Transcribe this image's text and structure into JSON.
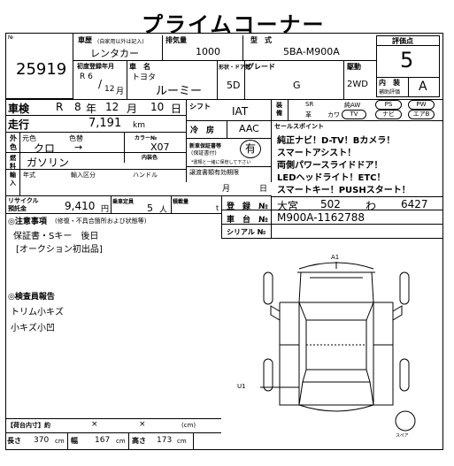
{
  "title": "プライムコーナー",
  "header": {
    "no_label": "№",
    "lot_no": "25919",
    "car_history_label": "車歴",
    "car_history_note": "(自家用以外は記入)",
    "car_history": "レンタカー",
    "displacement_label": "排気量",
    "displacement": "1000",
    "model_label": "型　式",
    "model": "5BA-M900A",
    "score_label": "評価点",
    "score": "5",
    "first_reg_label": "初度登録年月",
    "first_reg_era": "R 6",
    "first_reg_slash": "/",
    "first_reg_month": "12",
    "first_reg_month_unit": "月",
    "name_label": "車　名",
    "maker": "トヨタ",
    "name": "ルーミー",
    "doors_label": "形状・ドア数",
    "doors": "5D",
    "grade_label": "グレード",
    "grade": "G",
    "drive_label": "駆動",
    "drive": "2WD",
    "interior_label": "内　装",
    "interior_sub": "補助評価",
    "interior_grade": "A"
  },
  "inspection": {
    "label": "車検",
    "era": "R",
    "year": "8",
    "year_unit": "年",
    "month": "12",
    "month_unit": "月",
    "day": "10",
    "day_unit": "日"
  },
  "shift": {
    "label": "シフト",
    "value": "IAT"
  },
  "equipment": {
    "label_1": "装",
    "label_2": "備",
    "sr": "SR",
    "awd": "純AW",
    "ps": "PS",
    "pw": "PW",
    "leather": "革",
    "cassette": "カワ",
    "tv": "TV",
    "navi": "ナビ",
    "airbag": "エアB"
  },
  "mileage": {
    "label": "走行",
    "value": "7,191",
    "unit": "km"
  },
  "aircon": {
    "label": "冷　房",
    "value": "AAC"
  },
  "color": {
    "exterior_label_1": "外",
    "exterior_label_2": "色",
    "original_label": "元色",
    "name_label": "色替",
    "value": "クロ",
    "arrow": "→",
    "code_label": "カラー№",
    "code": "X07",
    "interior_color_label": "内装色"
  },
  "warranty": {
    "label_1": "新車保証書等",
    "label_2": "(保証書付)",
    "value": "有",
    "note": "*書類と一緒に保管して下さい"
  },
  "fuel": {
    "label_1": "燃",
    "label_2": "料",
    "value": "ガソリン"
  },
  "import": {
    "label_1": "輸",
    "label_2": "入",
    "year_label": "年式",
    "category_label": "輸入区分",
    "handle_label": "ハンドル"
  },
  "transfer": {
    "label": "譲渡書類有効期限",
    "month_unit": "月",
    "day_unit": "日"
  },
  "sales_points": {
    "label": "セールスポイント",
    "lines": [
      "純正ナビ！D-TV！Bカメラ！",
      "スマートアシスト！",
      "両側パワースライドドア！",
      "LEDヘッドライト！ETC！",
      "スマートキー！PUSHスタート！"
    ]
  },
  "recycle": {
    "label_1": "リサイクル",
    "label_2": "預託金",
    "value": "9,410",
    "unit": "円",
    "capacity_label": "乗車定員",
    "capacity": "5",
    "capacity_unit": "人",
    "load_label": "積載量",
    "load_unit": "t"
  },
  "registration": {
    "label": "登　録　№",
    "area": "大宮",
    "class": "502",
    "kana": "わ",
    "number": "6427",
    "chassis_label": "車　台　№",
    "chassis": "M900A-1162788",
    "serial_label": "シリアル №"
  },
  "notes": {
    "heading": "◎注意事項",
    "heading_sub": "(修復・不具合箇所および状態等)",
    "lines": [
      "保証書・Sキー　後日",
      "[オークション初出品]"
    ]
  },
  "inspector": {
    "heading": "◎検査員報告",
    "lines": [
      "トリム小キズ",
      "小キズ小凹"
    ]
  },
  "diagram": {
    "label_a1": "A1",
    "label_u1": "U1",
    "spare_label": "スペア"
  },
  "cargo": {
    "label": "【荷台内寸】約",
    "x1": "×",
    "x2": "×",
    "unit": "(cm)"
  },
  "dimensions": {
    "length_label": "長さ",
    "length": "370",
    "length_unit": "cm",
    "width_label": "幅",
    "width": "167",
    "width_unit": "cm",
    "height_label": "高さ",
    "height": "173",
    "height_unit": "cm"
  }
}
